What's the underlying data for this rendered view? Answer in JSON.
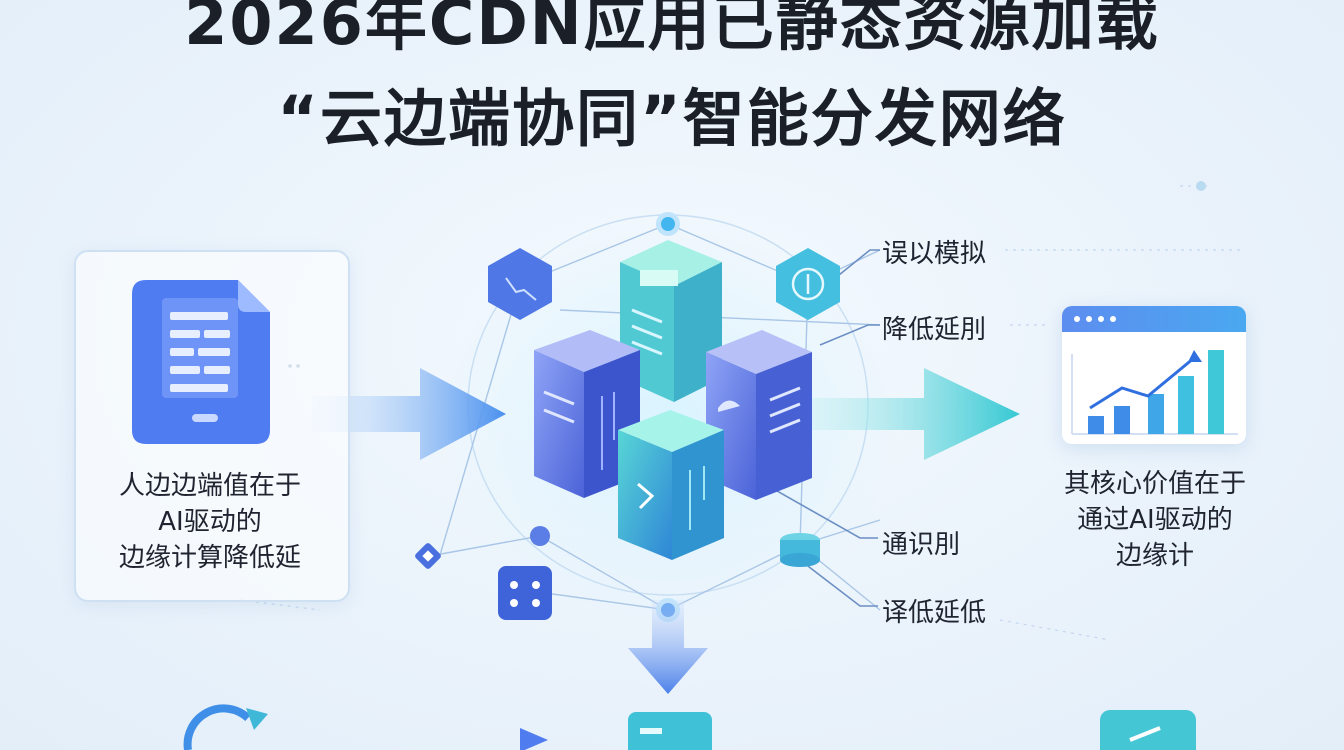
{
  "title": {
    "line1": "2026年CDN应用已静态资源加载",
    "line2": "“云边端协同”智能分发网络"
  },
  "left_panel": {
    "caption": [
      "人边边端值在于",
      "AI驱动的",
      "边缘计算降低延"
    ]
  },
  "right_panel": {
    "caption": [
      "其核心价值在于",
      "通过AI驱动的",
      "边缘计"
    ]
  },
  "labels": {
    "top_right_1": "误以模拟",
    "top_right_2": "降低延刖",
    "bottom_right_1": "通识刖",
    "bottom_right_2": "译低延低"
  },
  "icons": {
    "document": "document-icon",
    "chart": "growth-chart-icon",
    "server_cluster": "server-cluster-icon",
    "arrows": "flow-arrow-icon"
  },
  "colors": {
    "accent_blue": "#4f7df0",
    "accent_teal": "#3ec6cf",
    "title": "#1b1f27"
  }
}
